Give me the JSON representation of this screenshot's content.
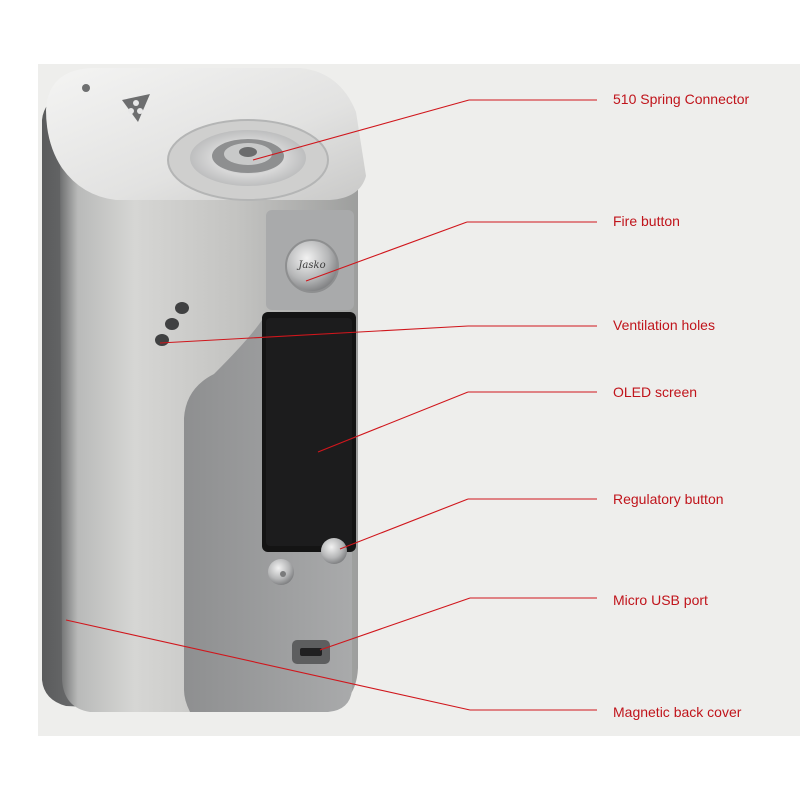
{
  "figure": {
    "background_color": "#eeeeec",
    "callout_color": "#d0161c",
    "labels": [
      {
        "id": "connector",
        "text": "510 Spring Connector"
      },
      {
        "id": "fire",
        "text": "Fire button"
      },
      {
        "id": "vent",
        "text": "Ventilation holes"
      },
      {
        "id": "oled",
        "text": "OLED screen"
      },
      {
        "id": "reg",
        "text": "Regulatory button"
      },
      {
        "id": "usb",
        "text": "Micro USB port"
      },
      {
        "id": "cover",
        "text": "Magnetic back cover"
      }
    ],
    "logo_text": "Jasko"
  }
}
